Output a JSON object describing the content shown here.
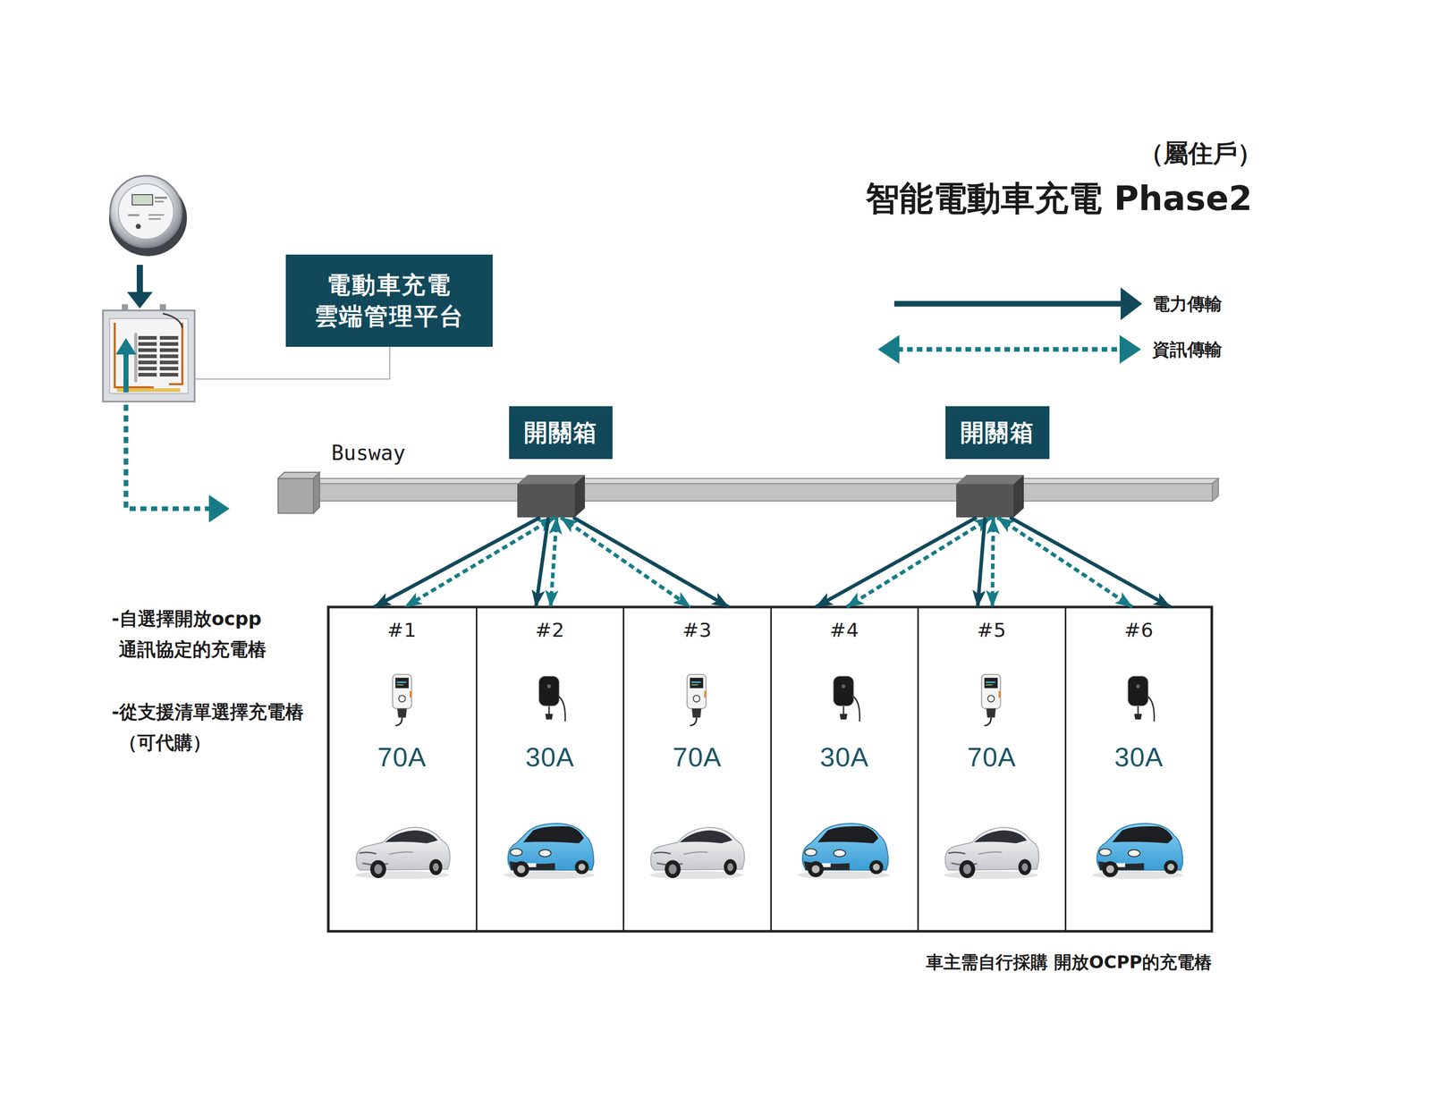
{
  "diagram": {
    "title": "智能電動車充電 Phase2",
    "nodes": [
      {
        "text": [
          "電動車充電 雲端管理平台"
        ]
      },
      {
        "text": [
          "開關箱"
        ]
      },
      {
        "text": [
          "開關箱"
        ]
      },
      {
        "text": [
          "#1",
          "70A"
        ]
      },
      {
        "text": [
          "#2",
          "30A"
        ]
      },
      {
        "text": [
          "#3",
          "70A"
        ]
      },
      {
        "text": [
          "#4",
          "30A"
        ]
      },
      {
        "text": [
          "#5",
          "70A"
        ]
      },
      {
        "text": [
          "#6",
          "30A"
        ]
      }
    ],
    "edges": [
      {
        "from": 1,
        "to": 3,
        "arrow": "to"
      },
      {
        "from": 1,
        "to": 3,
        "arrow": "both"
      },
      {
        "from": 1,
        "to": 4,
        "arrow": "to"
      },
      {
        "from": 1,
        "to": 4,
        "arrow": "both"
      },
      {
        "from": 1,
        "to": 5,
        "arrow": "to"
      },
      {
        "from": 1,
        "to": 5,
        "arrow": "both"
      },
      {
        "from": 2,
        "to": 6,
        "arrow": "to"
      },
      {
        "from": 2,
        "to": 6,
        "arrow": "both"
      },
      {
        "from": 2,
        "to": 7,
        "arrow": "to"
      },
      {
        "from": 2,
        "to": 7,
        "arrow": "both"
      },
      {
        "from": 2,
        "to": 8,
        "arrow": "to"
      },
      {
        "from": 2,
        "to": 8,
        "arrow": "both"
      }
    ],
    "labels": [
      "（屬住戶）",
      "Busway",
      "-自選擇開放ocpp 通訊協定的充電樁",
      "-從支援清單選擇充電樁 （可代購）",
      "車主需自行採購 開放OCPP的充電樁"
    ],
    "legend": [
      {
        "text": "電力傳輸"
      },
      {
        "text": "資訊傳輸"
      }
    ]
  }
}
